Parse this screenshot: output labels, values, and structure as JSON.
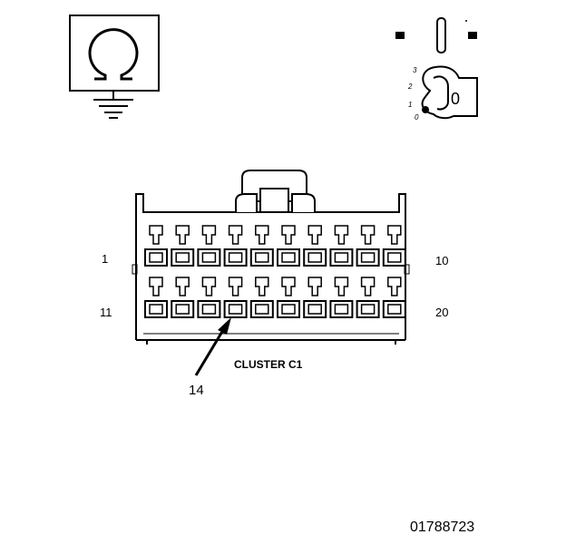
{
  "ohmmeter_symbol": {
    "icon": "ohm-icon",
    "ground_icon": "ground-icon"
  },
  "ignition_switch": {
    "icon": "ignition-key-icon",
    "positions": [
      "3",
      "2",
      "1",
      "0"
    ],
    "key_position": "0",
    "selected_position": "1"
  },
  "connector": {
    "name": "CLUSTER C1",
    "rows": [
      {
        "start_label": "1",
        "end_label": "10",
        "first_pin": 1,
        "last_pin": 10
      },
      {
        "start_label": "11",
        "end_label": "20",
        "first_pin": 11,
        "last_pin": 20
      }
    ],
    "pins_per_row": 10,
    "probe_pin": 14,
    "probe_label": "14"
  },
  "figure_id": "01788723"
}
